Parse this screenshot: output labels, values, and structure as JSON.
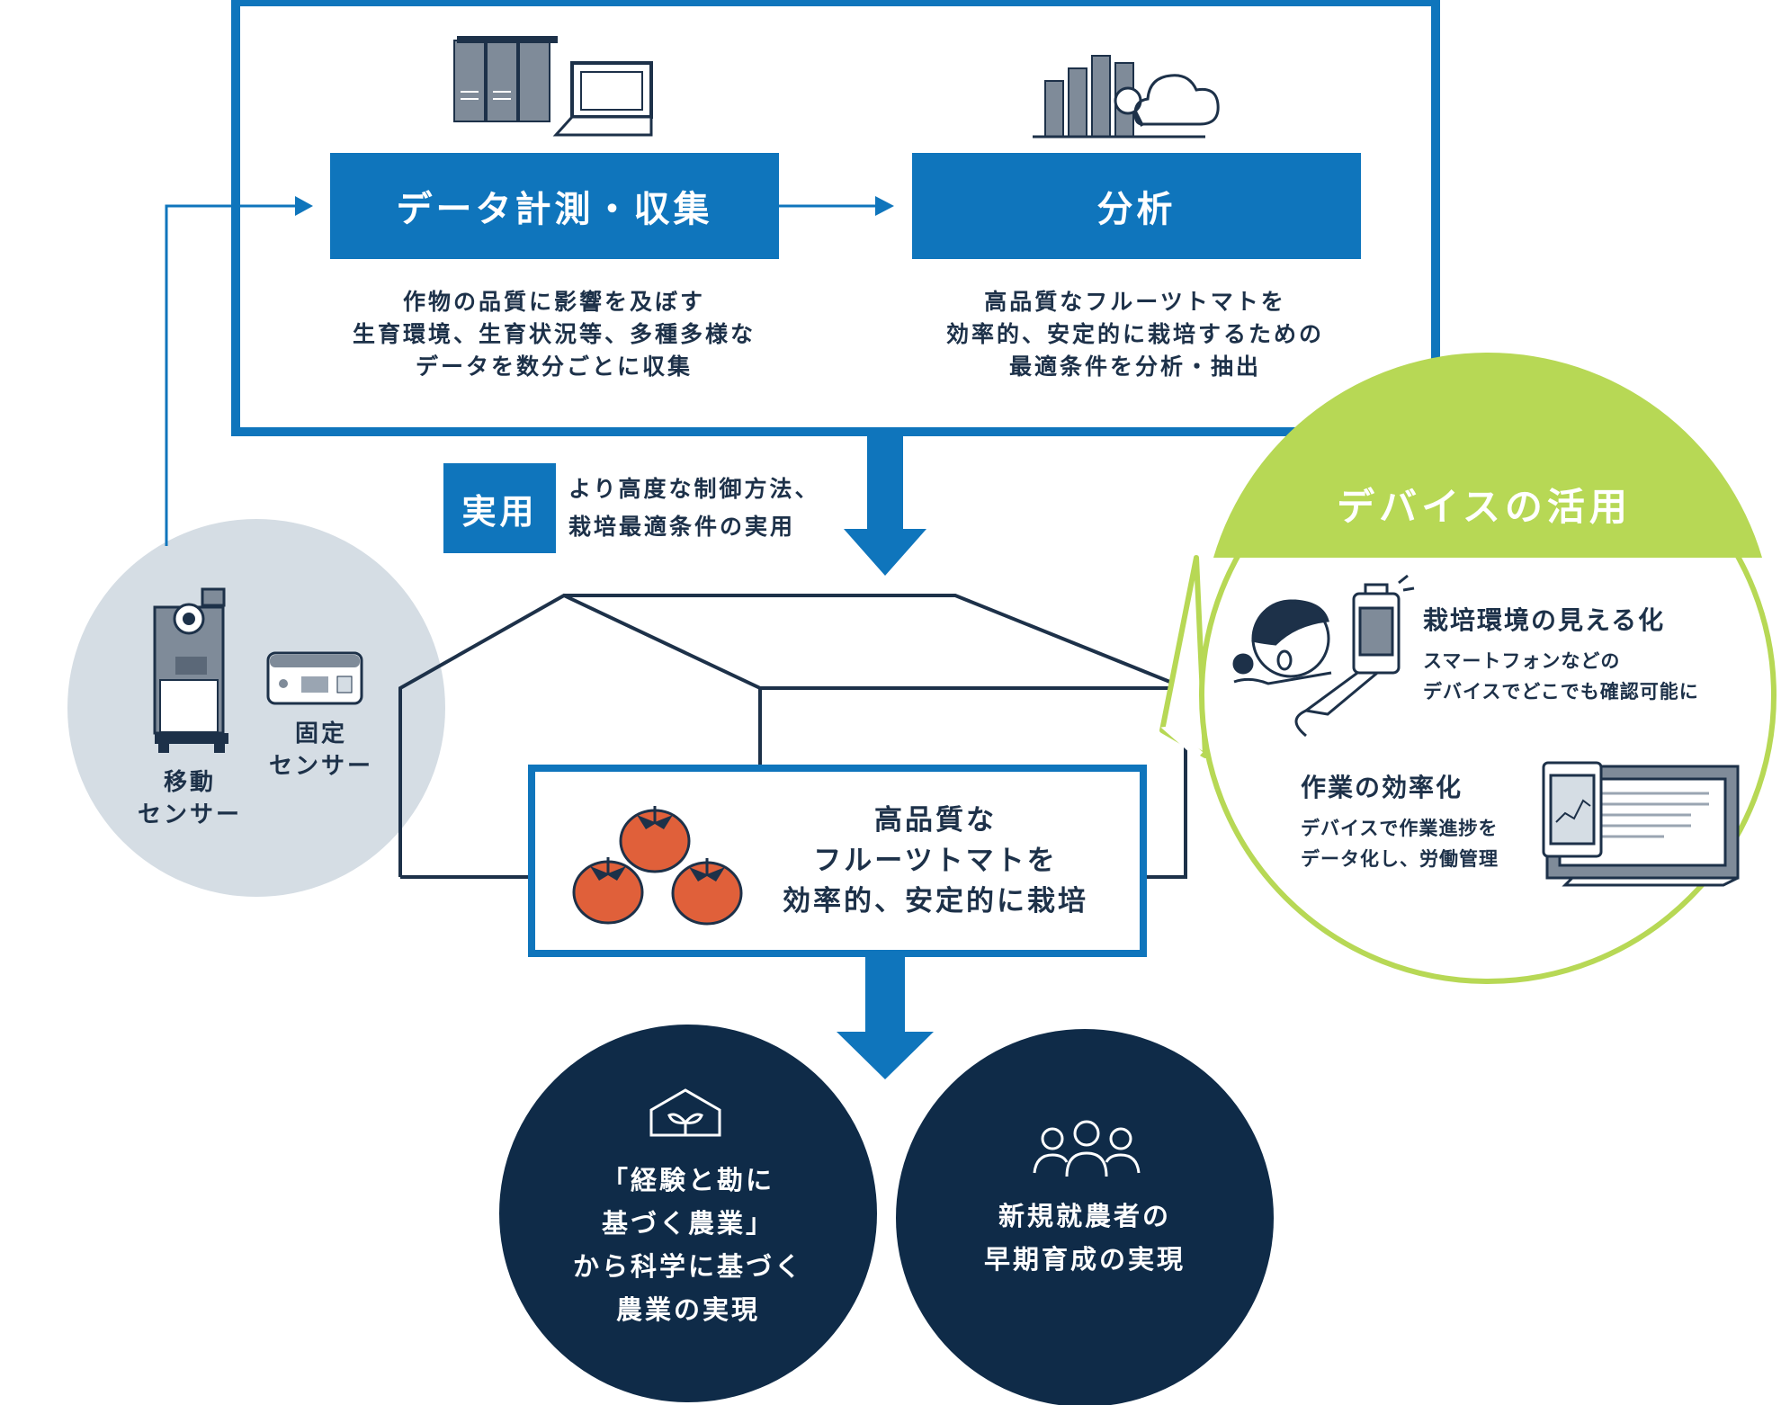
{
  "data_collection": {
    "title": "データ計測・収集",
    "desc": "作物の品質に影響を及ぼす\n生育環境、生育状況等、多種多様な\nデータを数分ごとに収集"
  },
  "analysis": {
    "title": "分析",
    "desc": "高品質なフルーツトマトを\n効率的、安定的に栽培するための\n最適条件を分析・抽出"
  },
  "practical": {
    "tag": "実用",
    "desc": "より高度な制御方法、\n栽培最適条件の実用"
  },
  "sensors": {
    "mobile_label": "移動\nセンサー",
    "fixed_label": "固定\nセンサー"
  },
  "greenhouse": {
    "text": "高品質な\nフルーツトマトを\n効率的、安定的に栽培"
  },
  "devices": {
    "title": "デバイスの活用",
    "item1_title": "栽培環境の見える化",
    "item1_desc": "スマートフォンなどの\nデバイスでどこでも確認可能に",
    "item2_title": "作業の効率化",
    "item2_desc": "デバイスで作業進捗を\nデータ化し、労働管理"
  },
  "outcomes": {
    "left_text": "「経験と勘に\n基づく農業」\nから科学に基づく\n農業の実現",
    "right_text": "新規就農者の\n早期育成の実現"
  },
  "colors": {
    "accent_blue": "#0f75bc",
    "navy": "#0f2b48",
    "lime": "#b7d855",
    "sensor_gray": "#d5dde4",
    "tomato": "#e0603a"
  },
  "icons": [
    "servers-laptop-icon",
    "chart-cloud-icon",
    "mobile-sensor-icon",
    "fixed-sensor-icon",
    "tomato-icon",
    "person-phone-icon",
    "tablet-laptop-icon",
    "greenhouse-sprout-icon",
    "people-icon"
  ]
}
